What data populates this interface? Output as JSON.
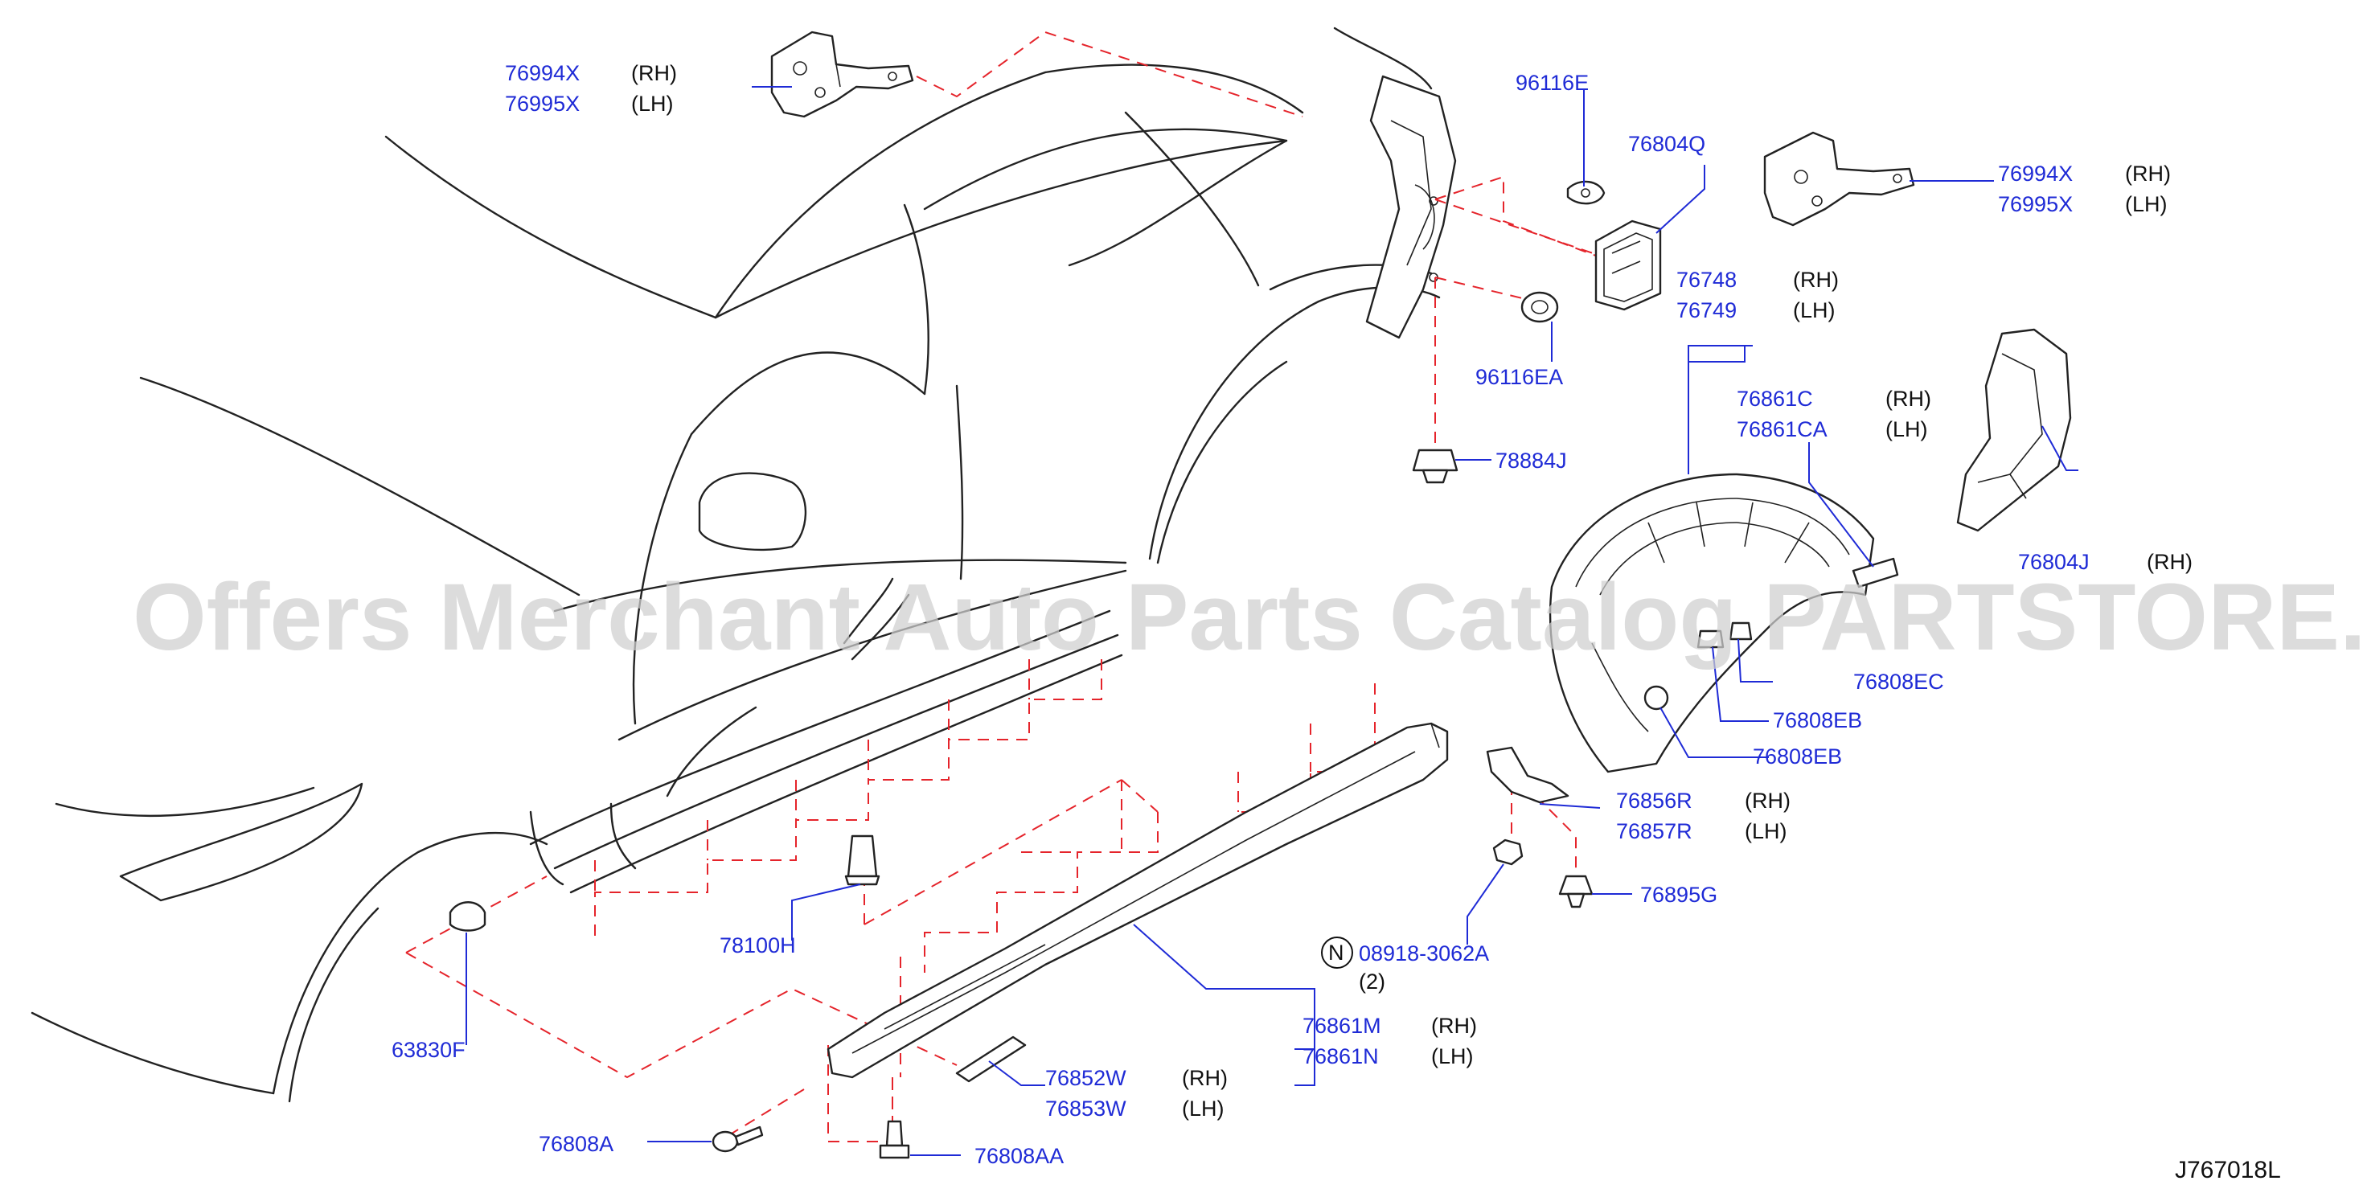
{
  "diagram_code": "J767018L",
  "watermark": "Offers Merchant Auto Parts Catalog PARTSTORE.SA",
  "side_labels": {
    "rh": "(RH)",
    "lh": "(LH)"
  },
  "parts": {
    "p76994X_top": "76994X",
    "p76995X_top": "76995X",
    "p96116E": "96116E",
    "p76804Q": "76804Q",
    "p76994X_right": "76994X",
    "p76995X_right": "76995X",
    "p76748": "76748",
    "p76749": "76749",
    "p96116EA": "96116EA",
    "p76861C": "76861C",
    "p76861CA": "76861CA",
    "p78884J": "78884J",
    "p76804J": "76804J",
    "p76808EC": "76808EC",
    "p76808EB_1": "76808EB",
    "p76808EB_2": "76808EB",
    "p76856R": "76856R",
    "p76857R": "76857R",
    "p76895G": "76895G",
    "p08918_3062A": "08918-3062A",
    "p08918_qty": "(2)",
    "p08918_marker": "N",
    "p78100H": "78100H",
    "p63830F": "63830F",
    "p76861M": "76861M",
    "p76861N": "76861N",
    "p76852W": "76852W",
    "p76853W": "76853W",
    "p76808A": "76808A",
    "p76808AA": "76808AA"
  },
  "colors": {
    "part_number": "#1f2bd6",
    "leader": "#1f2bd6",
    "dashed_guide": "#e5242b",
    "linework": "#222222"
  }
}
